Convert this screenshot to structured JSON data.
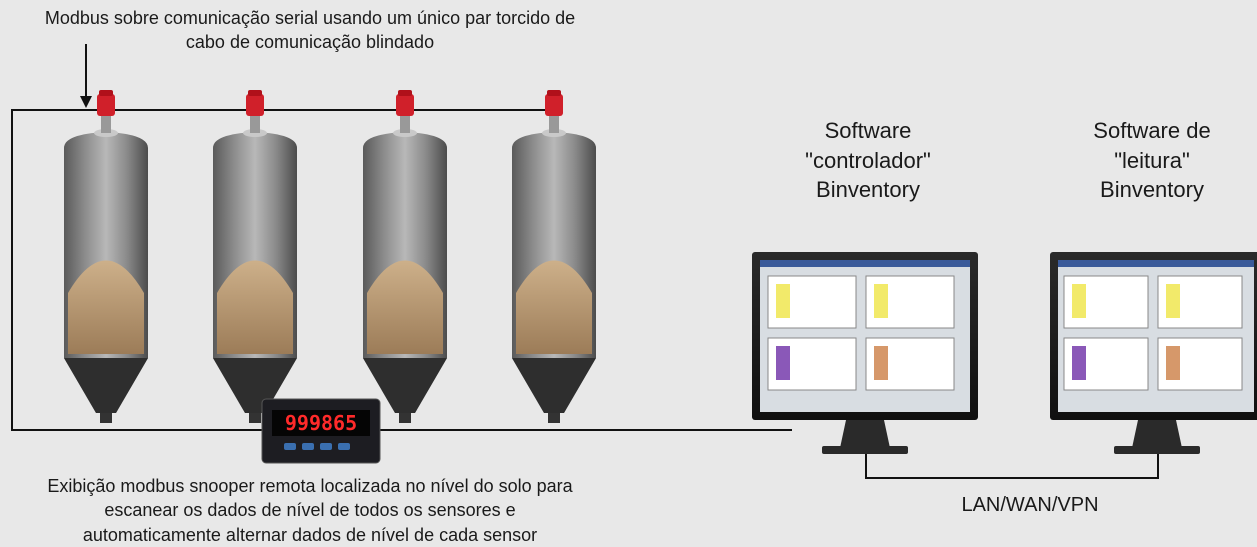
{
  "captions": {
    "top": "Modbus sobre comunicação serial usando um único par torcido de cabo de comunicação blindado",
    "bottom": "Exibição modbus snooper remota localizada no nível do solo para escanear os dados de nível de todos os sensores e automaticamente alternar dados de nível de cada sensor",
    "lan": "LAN/WAN/VPN"
  },
  "software": {
    "controller": {
      "line1": "Software",
      "line2": "\"controlador\"",
      "line3": "Binventory"
    },
    "reader": {
      "line1": "Software de",
      "line2": "\"leitura\"",
      "line3": "Binventory"
    }
  },
  "display": {
    "reading": "999865"
  },
  "colors": {
    "background": "#e8e8e8",
    "silo_body": "#8a8a8a",
    "sensor": "#d0202a",
    "material": "#c8a47a",
    "meter_digits": "#ff2a2a",
    "monitor_screen": "#d8dde2"
  }
}
